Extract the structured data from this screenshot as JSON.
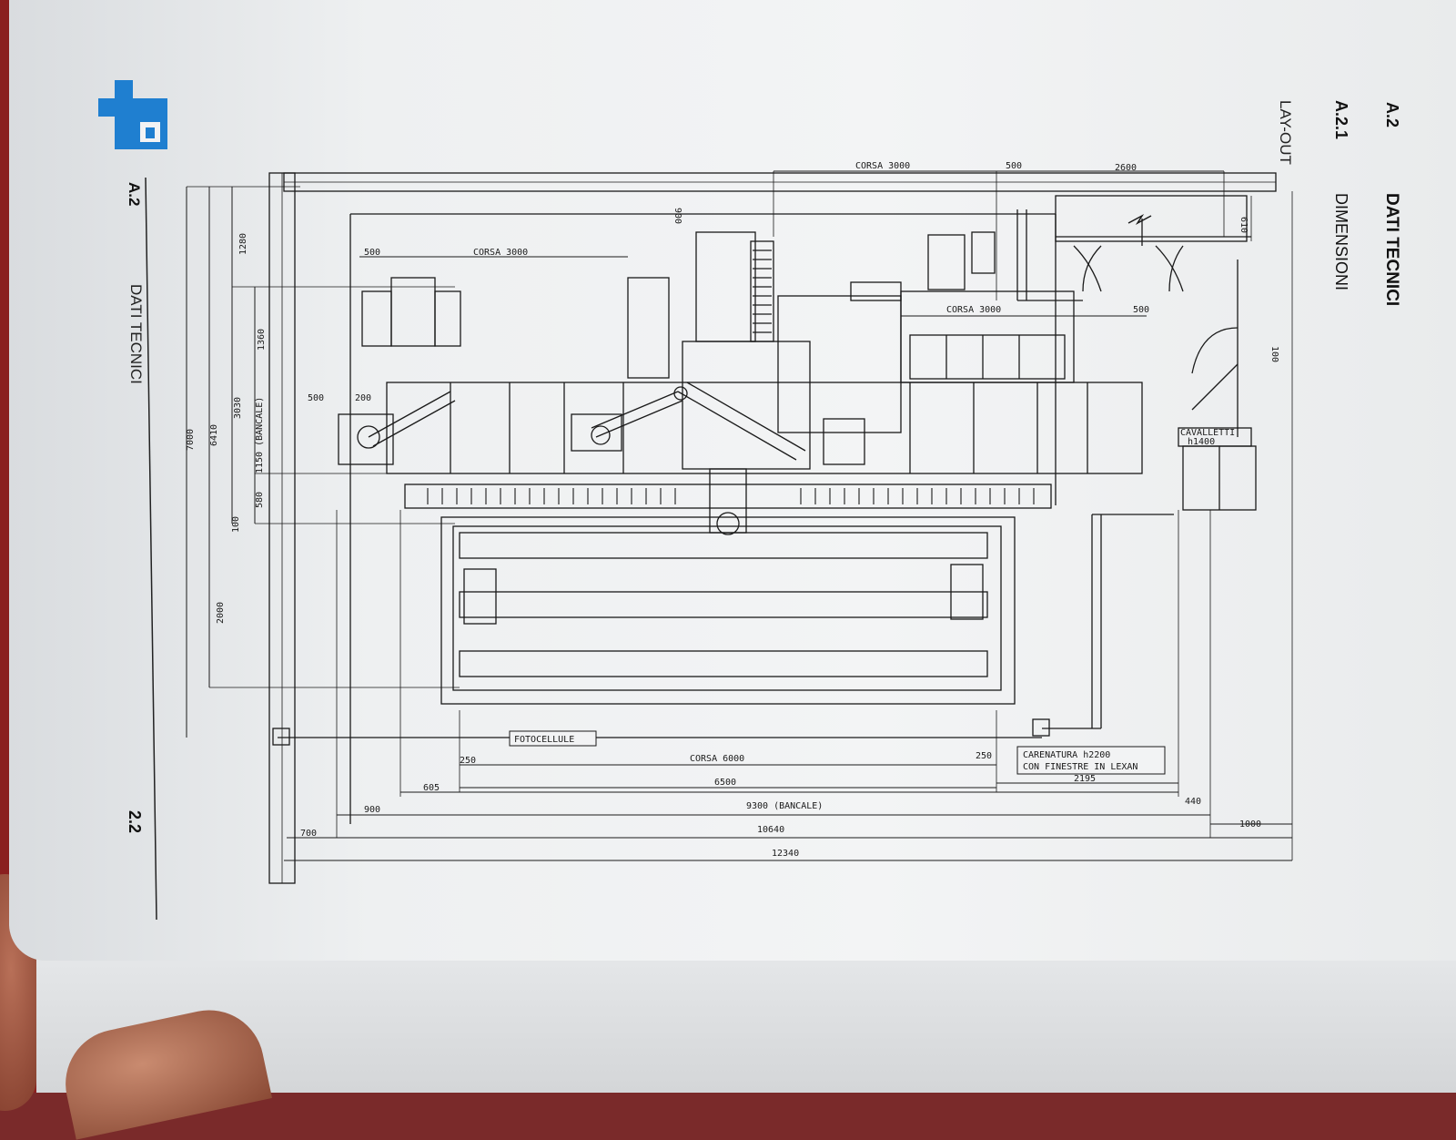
{
  "header": {
    "section_code": "A.2",
    "section_title": "DATI TECNICI",
    "subsection_code": "A.2.1",
    "subsection_title": "DIMENSIONI",
    "layout_title": "LAY-OUT"
  },
  "footer": {
    "section_code": "A.2",
    "section_title": "DATI TECNICI",
    "page_number": "2.2"
  },
  "drawing": {
    "labels": {
      "corsa_top": "CORSA 3000",
      "dim_500_top": "500",
      "dim_2600": "2600",
      "dim_900_right": "900",
      "dim_610": "610",
      "corsa_left": "CORSA 3000",
      "dim_500_left": "500",
      "dim_100": "100",
      "corsa_right": "CORSA 3000",
      "dim_500_right": "500",
      "cavalletti": "CAVALLETTI",
      "cavalletti_h": "h1400",
      "fotocellule": "FOTOCELLULE",
      "carenatura_1": "CARENATURA h2200",
      "carenatura_2": "CON FINESTRE IN LEXAN",
      "dim_250_left": "250",
      "corsa_6000": "CORSA 6000",
      "dim_250_right": "250",
      "dim_605": "605",
      "dim_6500": "6500",
      "dim_2195": "2195",
      "dim_900_bottom": "900",
      "dim_9300": "9300 (BANCALE)",
      "dim_440": "440",
      "dim_700": "700",
      "dim_10640": "10640",
      "dim_1000": "1000",
      "dim_12340": "12340",
      "left_7000": "7000",
      "left_6410": "6410",
      "left_3030": "3030",
      "left_1150": "1150 (BANCALE)",
      "left_580": "580",
      "left_100": "100",
      "left_2000": "2000",
      "left_1280": "1280",
      "left_1360": "1360",
      "left_500": "500",
      "left_200": "200"
    }
  },
  "colors": {
    "logo_blue": "#1f7fd0",
    "ink": "#1a1a1a",
    "page": "#eef0f1",
    "background_cloth": "#9a2a2a"
  }
}
